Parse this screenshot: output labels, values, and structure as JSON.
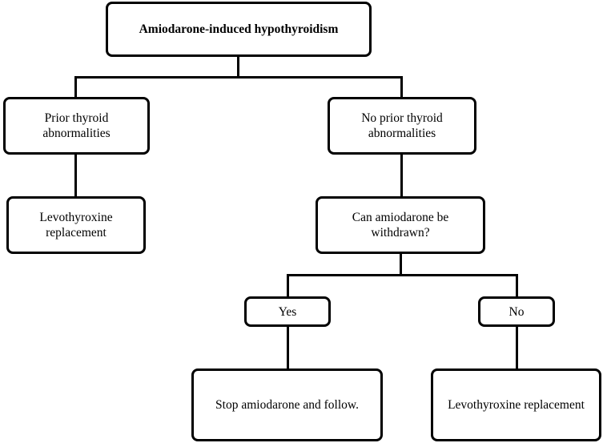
{
  "nodes": {
    "root": "Amiodarone-induced hypothyroidism",
    "prior": "Prior thyroid abnormalities",
    "no_prior": "No prior thyroid abnormalities",
    "levo_left": "Levothyroxine replacement",
    "question": "Can amiodarone be withdrawn?",
    "yes": "Yes",
    "no": "No",
    "stop": "Stop amiodarone and follow.",
    "levo_right": "Levothyroxine replacement"
  }
}
